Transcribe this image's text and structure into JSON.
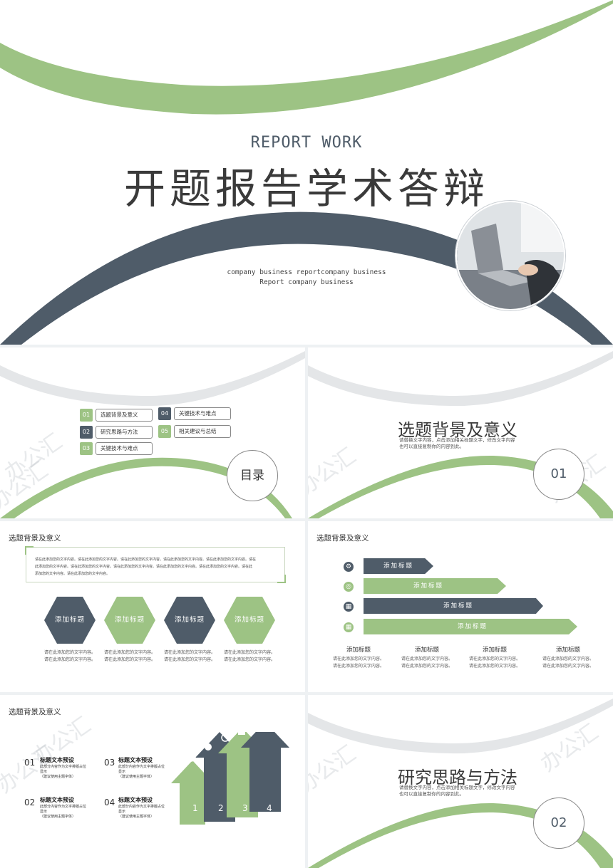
{
  "colors": {
    "green": "#9dc384",
    "slate": "#4f5c69",
    "gray": "#e4e6e8"
  },
  "slide1": {
    "report_label": "REPORT WORK",
    "title": "开题报告学术答辩",
    "subtitle_line1": "company business reportcompany business",
    "subtitle_line2": "Report company business"
  },
  "watermark": "办公汇",
  "toc": {
    "title": "目录",
    "items": [
      {
        "num": "01",
        "label": "选题背景及意义",
        "color": "green"
      },
      {
        "num": "02",
        "label": "研究思路与方法",
        "color": "slate"
      },
      {
        "num": "03",
        "label": "关键技术与难点",
        "color": "green"
      },
      {
        "num": "04",
        "label": "关键技术与难点",
        "color": "slate"
      },
      {
        "num": "05",
        "label": "相关建议与总结",
        "color": "green"
      }
    ]
  },
  "section1": {
    "title": "选题背景及意义",
    "desc_line1": "请替换文字内容，点击添加相关标题文字，修改文字内容",
    "desc_line2": "也可以直接复制你的内容到此。",
    "num": "01"
  },
  "slide4": {
    "heading": "选题背景及意义",
    "paragraph_line1": "请在此添加您的文字内容。请在此添加您的文字内容。请在此添加您的文字内容。请在此添加您的文字内容。请在此添加您的文字内容。请在",
    "paragraph_line2": "此添加您的文字内容。请在此添加您的文字内容。请在此添加您的文字内容。请在此添加您的文字内容。请在此添加您的文字内容。请在此",
    "paragraph_line3": "添加您的文字内容。请在此添加您的文字内容。",
    "hexagons": [
      {
        "label": "添加标题",
        "desc1": "请在此添加您的文字内容。",
        "desc2": "请在此添加您的文字内容。"
      },
      {
        "label": "添加标题",
        "desc1": "请在此添加您的文字内容。",
        "desc2": "请在此添加您的文字内容。"
      },
      {
        "label": "添加标题",
        "desc1": "请在此添加您的文字内容。",
        "desc2": "请在此添加您的文字内容。"
      },
      {
        "label": "添加标题",
        "desc1": "请在此添加您的文字内容。",
        "desc2": "请在此添加您的文字内容。"
      }
    ]
  },
  "slide5": {
    "heading": "选题背景及意义",
    "bars": [
      {
        "label": "添加标题",
        "icon": "gear-icon",
        "glyph": "⚙"
      },
      {
        "label": "添加标题",
        "icon": "aperture-icon",
        "glyph": "◎"
      },
      {
        "label": "添加标题",
        "icon": "windows-icon",
        "glyph": "▦"
      },
      {
        "label": "添加标题",
        "icon": "windows-icon",
        "glyph": "▦"
      }
    ],
    "columns": [
      {
        "title": "添加标题",
        "desc1": "请在此添加您的文字内容。",
        "desc2": "请在此添加您的文字内容。"
      },
      {
        "title": "添加标题",
        "desc1": "请在此添加您的文字内容。",
        "desc2": "请在此添加您的文字内容。"
      },
      {
        "title": "添加标题",
        "desc1": "请在此添加您的文字内容。",
        "desc2": "请在此添加您的文字内容。"
      },
      {
        "title": "添加标题",
        "desc1": "请在此添加您的文字内容。",
        "desc2": "请在此添加您的文字内容。"
      }
    ]
  },
  "slide6": {
    "heading": "选题背景及意义",
    "items": [
      {
        "num": "01",
        "title": "标题文本预设",
        "desc1": "此部分内容作为文字排版占位",
        "desc2": "显示",
        "desc3": "（建议使用主题字体）"
      },
      {
        "num": "02",
        "title": "标题文本预设",
        "desc1": "此部分内容作为文字排版占位",
        "desc2": "显示",
        "desc3": "（建议使用主题字体）"
      },
      {
        "num": "03",
        "title": "标题文本预设",
        "desc1": "此部分内容作为文字排版占位",
        "desc2": "显示",
        "desc3": "（建议使用主题字体）"
      },
      {
        "num": "04",
        "title": "标题文本预设",
        "desc1": "此部分内容作为文字排版占位",
        "desc2": "显示",
        "desc3": "（建议使用主题字体）"
      }
    ],
    "arrow_numbers": [
      "1",
      "2",
      "3",
      "4"
    ]
  },
  "section2": {
    "title": "研究思路与方法",
    "desc_line1": "请替换文字内容，点击添加相关标题文字，修改文字内容",
    "desc_line2": "也可以直接复制你的内容到此。",
    "num": "02"
  }
}
